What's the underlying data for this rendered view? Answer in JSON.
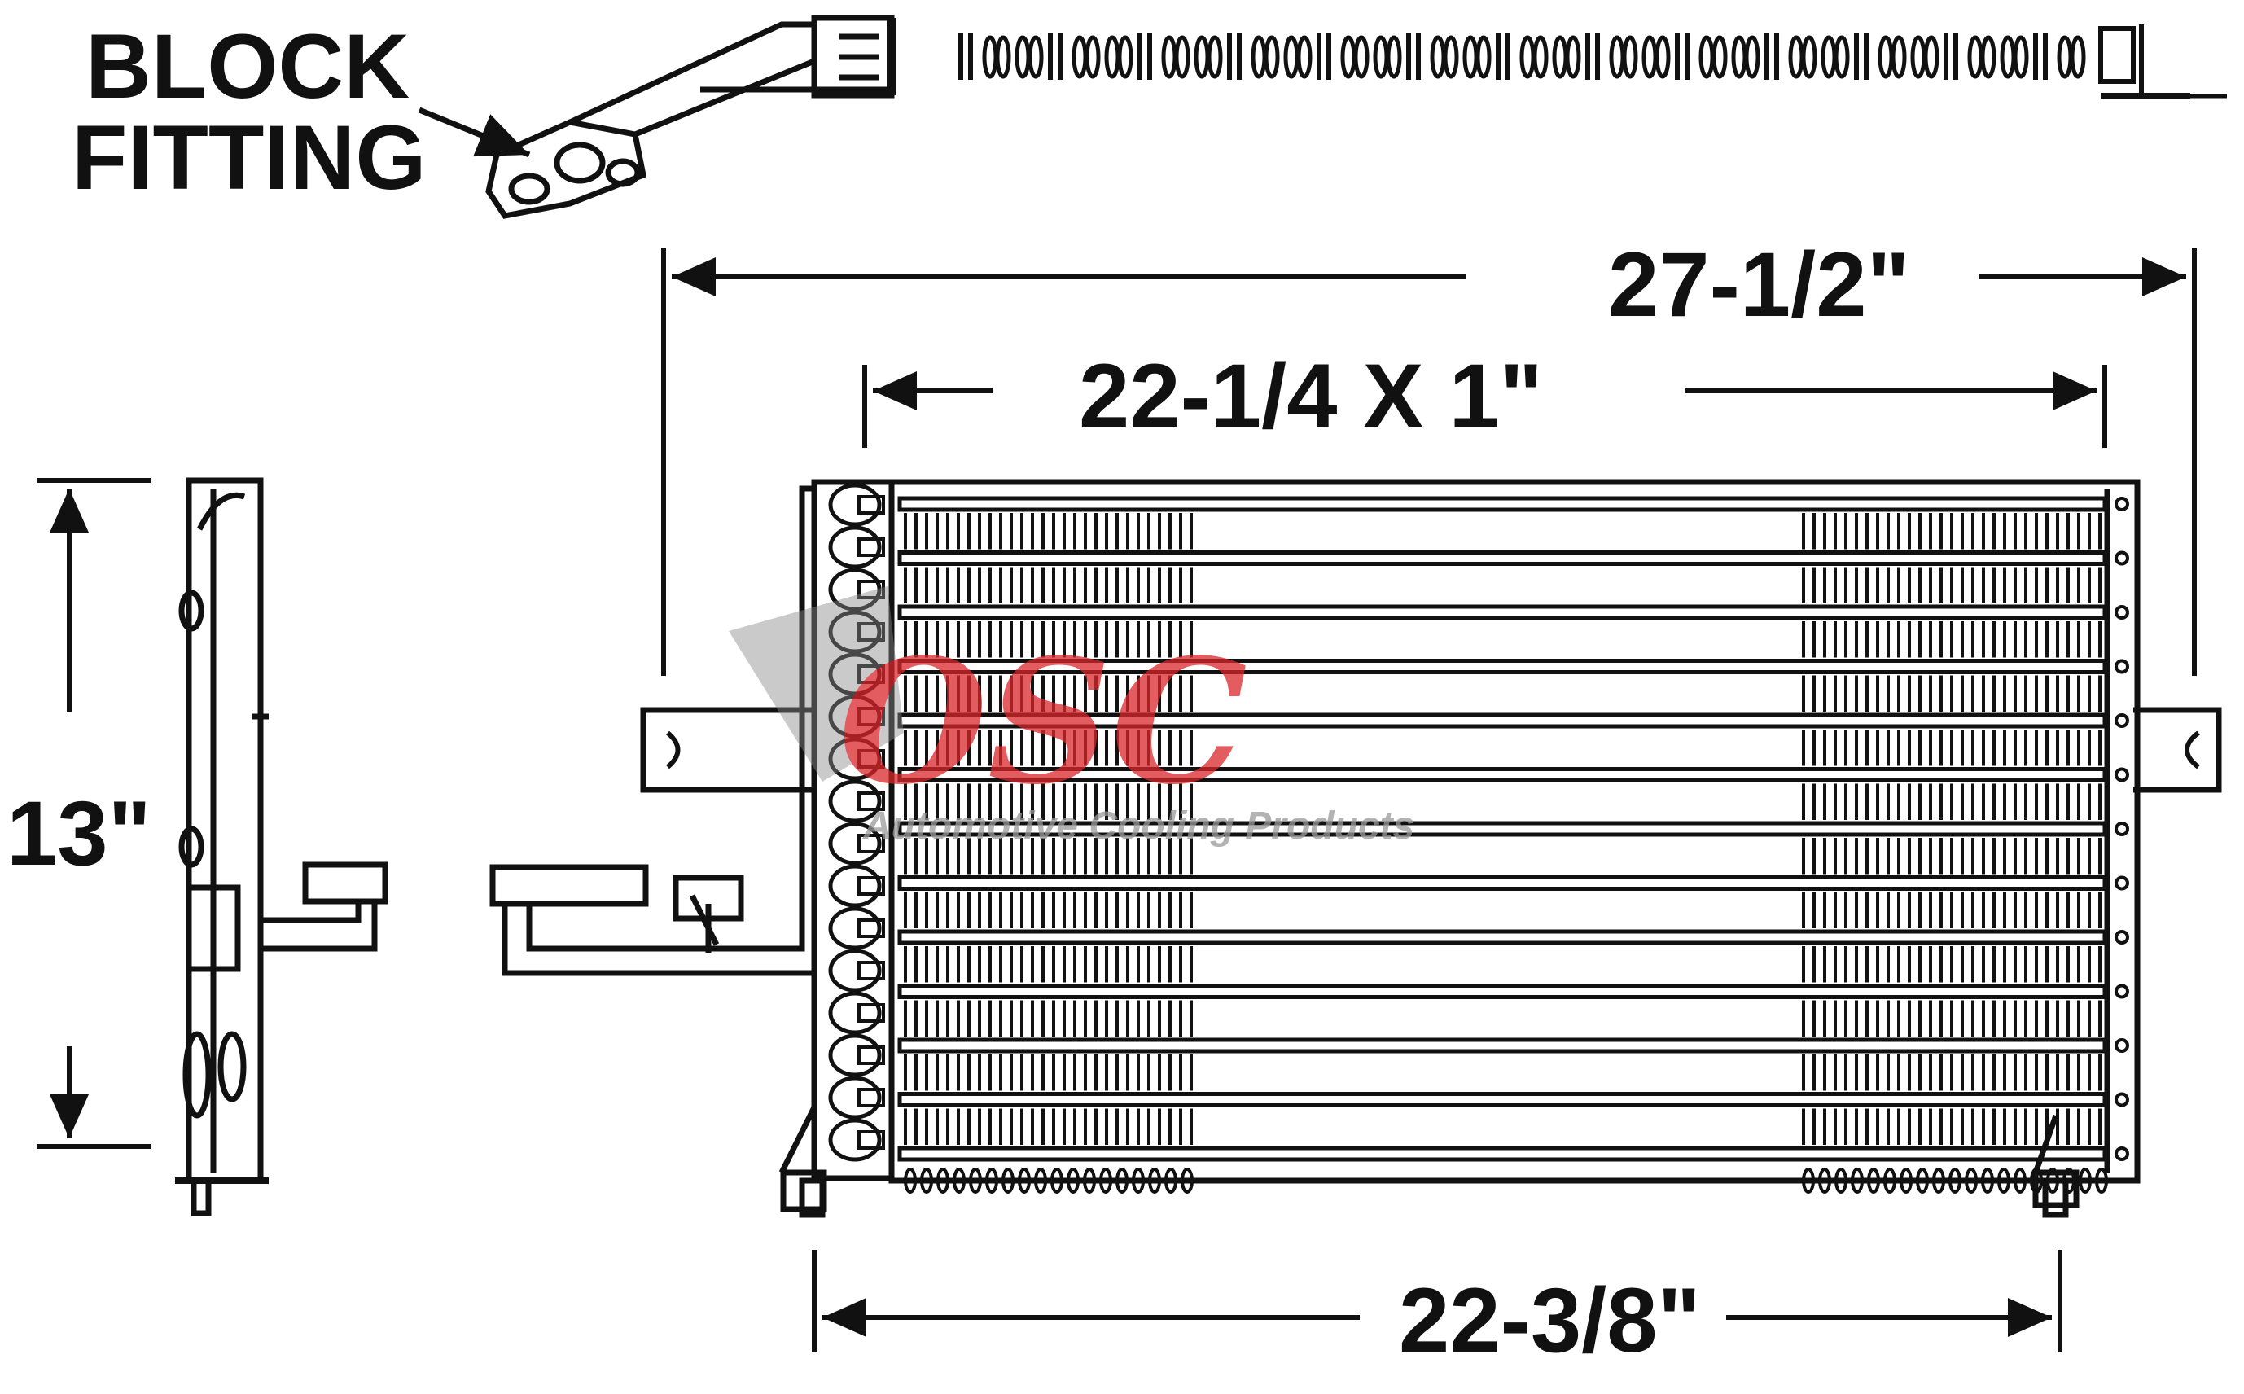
{
  "labels": {
    "block_line1": "BLOCK",
    "block_line2": "FITTING",
    "dim_overall_width": "27-1/2\"",
    "dim_core": "22-1/4 X 1\"",
    "dim_height": "13\"",
    "dim_bottom_width": "22-3/8\""
  },
  "watermark": {
    "logo": "OSC",
    "tagline": "Automotive Cooling Products",
    "logo_color": "#d9262b",
    "tagline_color": "#9a9a9a"
  },
  "colors": {
    "ink": "#111111",
    "background": "#ffffff"
  }
}
